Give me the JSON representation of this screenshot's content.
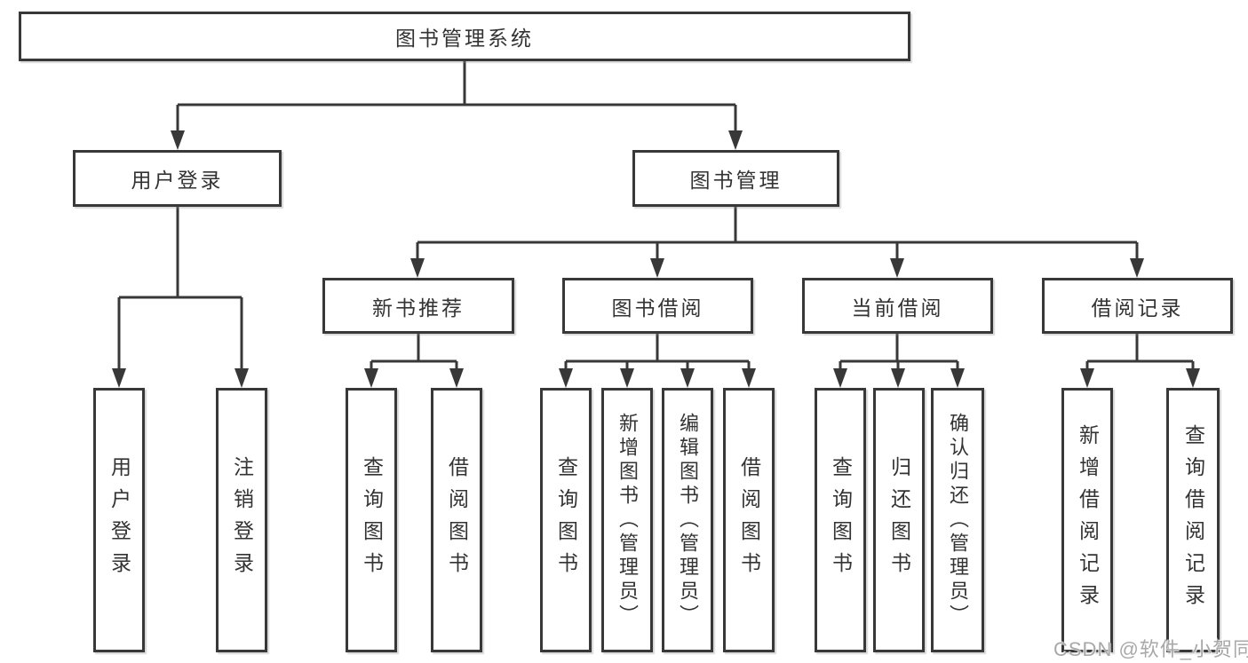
{
  "colors": {
    "line": "#383838",
    "text": "#333333",
    "box_background": "#ffffff",
    "page_background": "#ffffff",
    "watermark": "#a8a8a8"
  },
  "watermark": {
    "text": "CSDN @软件_小贺同学"
  },
  "diagram": {
    "type": "hierarchy-tree",
    "root": {
      "label": "图书管理系统",
      "children": [
        {
          "label": "用户登录",
          "children": [
            {
              "label": "用户登录"
            },
            {
              "label": "注销登录"
            }
          ]
        },
        {
          "label": "图书管理",
          "children": [
            {
              "label": "新书推荐",
              "children": [
                {
                  "label": "查询图书"
                },
                {
                  "label": "借阅图书"
                }
              ]
            },
            {
              "label": "图书借阅",
              "children": [
                {
                  "label": "查询图书"
                },
                {
                  "label": "新增图书（管理员）"
                },
                {
                  "label": "编辑图书（管理员）"
                },
                {
                  "label": "借阅图书"
                }
              ]
            },
            {
              "label": "当前借阅",
              "children": [
                {
                  "label": "查询图书"
                },
                {
                  "label": "归还图书"
                },
                {
                  "label": "确认归还（管理员）"
                }
              ]
            },
            {
              "label": "借阅记录",
              "children": [
                {
                  "label": "新增借阅记录"
                },
                {
                  "label": "查询借阅记录"
                }
              ]
            }
          ]
        }
      ]
    }
  }
}
